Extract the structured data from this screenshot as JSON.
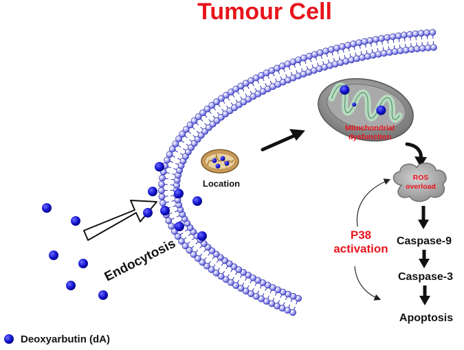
{
  "title": "Tumour Cell",
  "labels": {
    "endocytosis": "Endocytosis",
    "location": "Location",
    "mito_line1": "Mitochondrial",
    "mito_line2": "dysfunction",
    "ros_line1": "ROS",
    "ros_line2": "overload",
    "p38_line1": "P38",
    "p38_line2": "activation",
    "caspase9": "Caspase-9",
    "caspase3": "Caspase-3",
    "apoptosis": "Apoptosis",
    "legend": "Deoxyarbutin (dA)"
  },
  "colors": {
    "title": "#e8141c",
    "red_text": "#e8141c",
    "dot": "#1a1adb",
    "bead": "#8f8ff0",
    "cloud": "#9a9a9a",
    "mito_body": "#808080",
    "mito_inner": "#b6dcc0"
  }
}
